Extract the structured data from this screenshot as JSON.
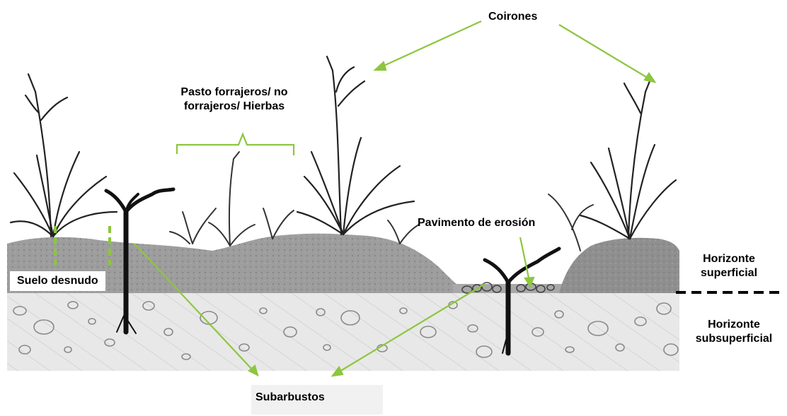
{
  "labels": {
    "coirones": "Coirones",
    "pastos_line1": "Pasto forrajeros/ no",
    "pastos_line2": "forrajeros/ Hierbas",
    "pavimento": "Pavimento de erosión",
    "suelo_desnudo": "Suelo desnudo",
    "horizonte_sup_line1": "Horizonte",
    "horizonte_sup_line2": "superficial",
    "horizonte_sub_line1": "Horizonte",
    "horizonte_sub_line2": "subsuperficial",
    "subarbustos": "Subarbustos"
  },
  "colors": {
    "arrow": "#8dc63f",
    "ink": "#111111",
    "topsoil": "#9a9a9a",
    "subsoil": "#e6e6e6",
    "boundary_line": "#000000"
  }
}
